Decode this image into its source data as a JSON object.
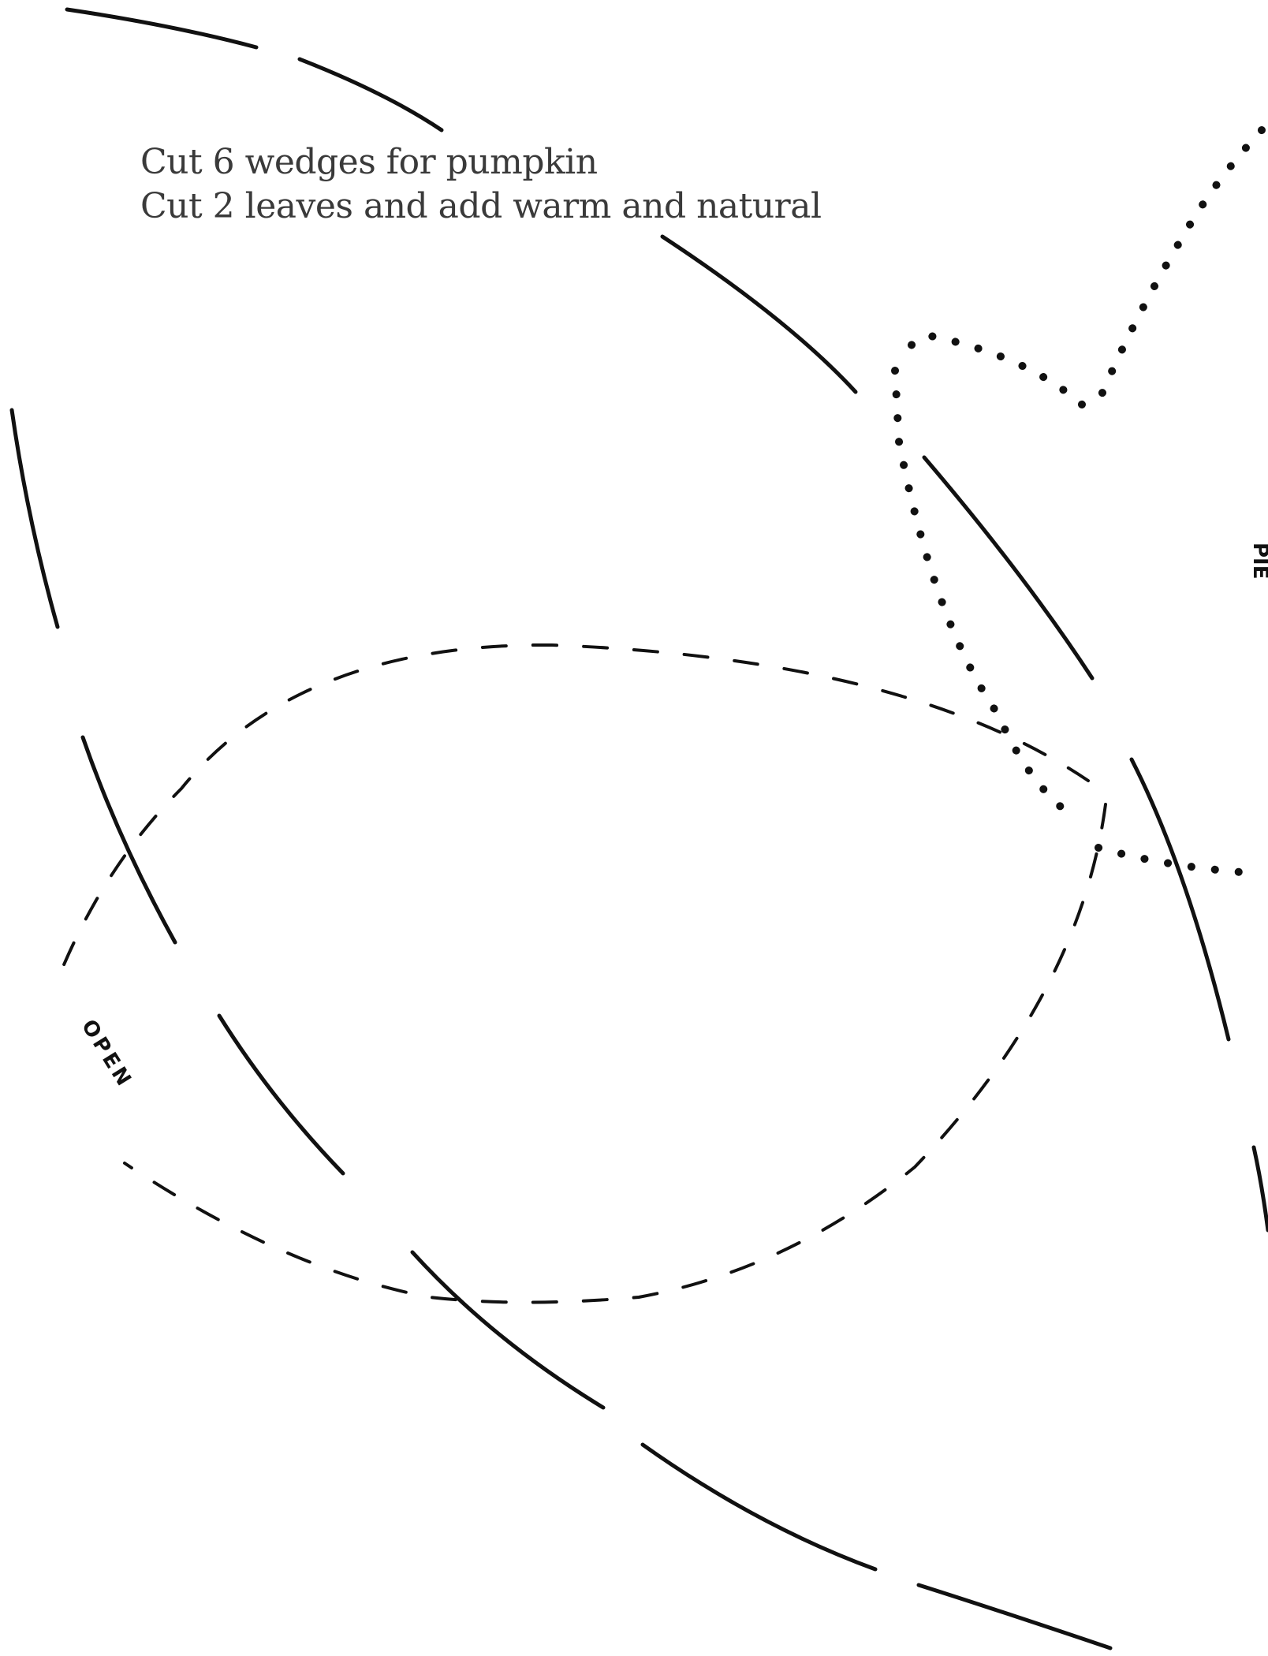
{
  "instructions": {
    "line1": "Cut 6 wedges for pumpkin",
    "line2": "Cut 2 leaves and add warm and natural"
  },
  "labels": {
    "open": "OPEN",
    "side_fragment": "PIE"
  },
  "colors": {
    "ink": "#111111",
    "text": "#3a3a3a",
    "paper": "#ffffff"
  },
  "pieces": {
    "wedge": "pumpkin wedge outline (solid dashed cut line)",
    "leaf": "leaf outline (dashed)",
    "stem": "stem outline (dotted)"
  }
}
